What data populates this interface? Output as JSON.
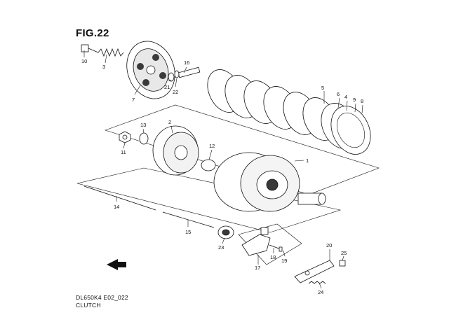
{
  "figure": {
    "title": "FIG.22",
    "model_code": "DL650K4 E02_022",
    "name": "CLUTCH"
  },
  "callouts": [
    "10",
    "3",
    "7",
    "16",
    "21",
    "22",
    "2",
    "13",
    "11",
    "12",
    "1",
    "5",
    "6",
    "4",
    "9",
    "8",
    "14",
    "15",
    "23",
    "17",
    "18",
    "19",
    "20",
    "25",
    "24"
  ],
  "colors": {
    "line": "#111111",
    "background": "#ffffff",
    "shade": "#bdbdbd",
    "dark": "#3a3a3a"
  },
  "icons": {
    "front_arrow": "front-direction-arrow-icon"
  }
}
